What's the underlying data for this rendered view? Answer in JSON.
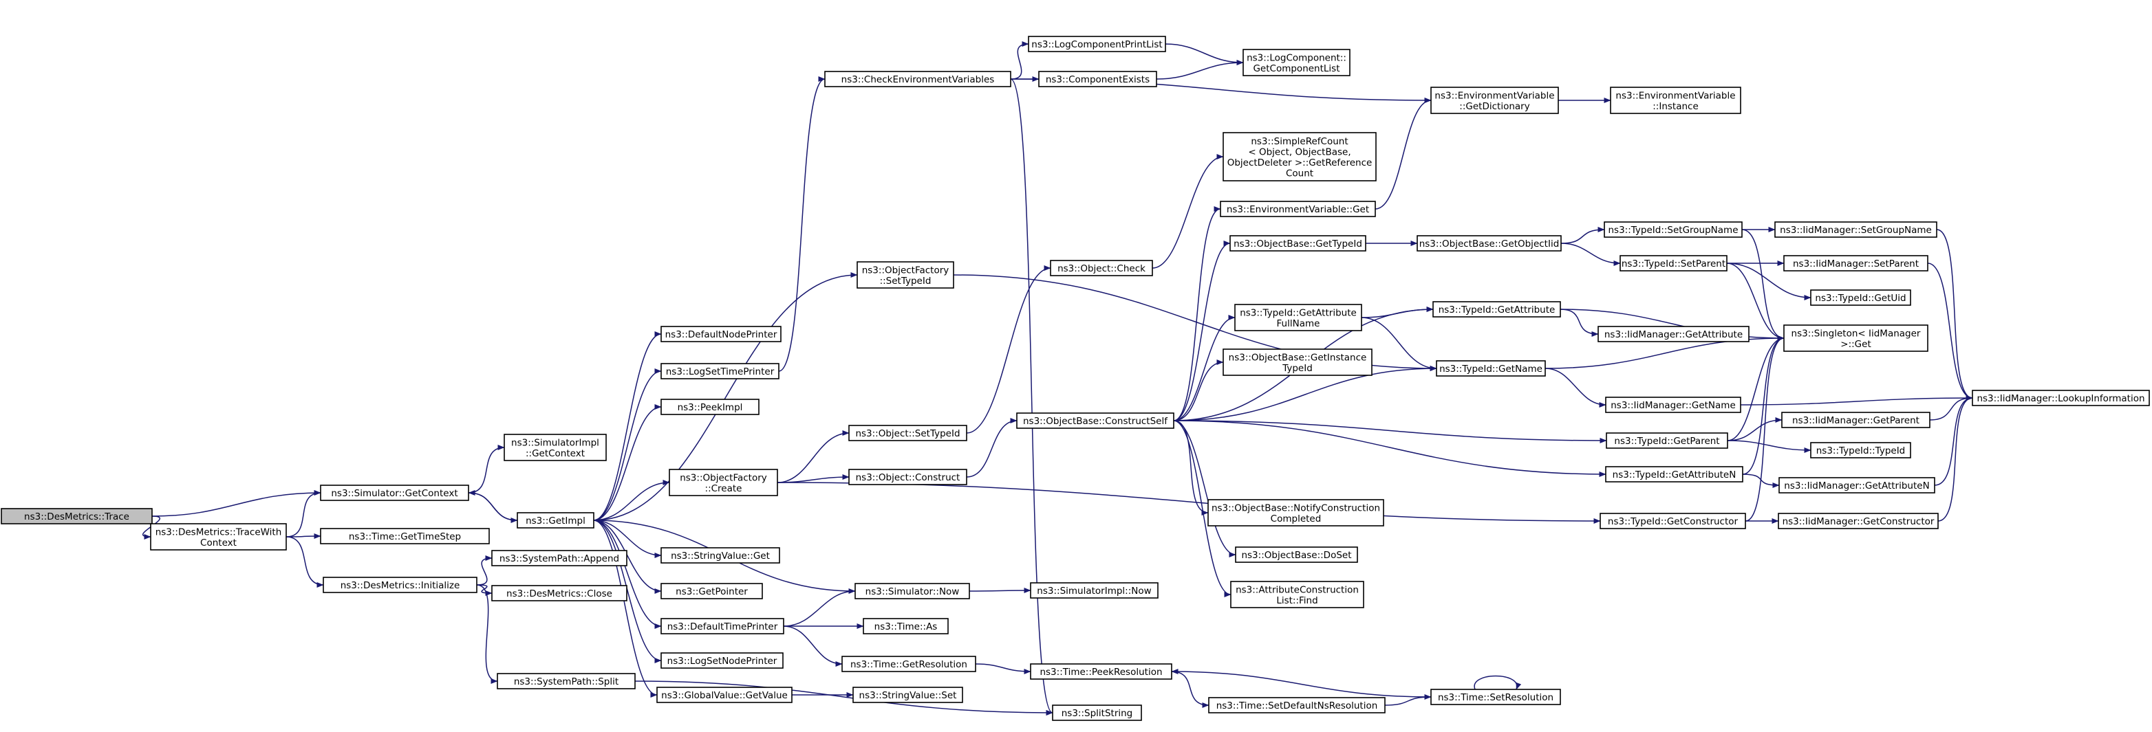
{
  "diagram": {
    "title": "",
    "colors": {
      "edge": "#191970",
      "node_border": "#000000",
      "root_fill": "#bfbfbf",
      "node_fill": "#ffffff"
    }
  },
  "nodes": {
    "trace": [
      "ns3::DesMetrics::Trace"
    ],
    "tracewithcontext": [
      "ns3::DesMetrics::TraceWith",
      "Context"
    ],
    "getcontext": [
      "ns3::Simulator::GetContext"
    ],
    "simimpl_getcontext": [
      "ns3::SimulatorImpl",
      "::GetContext"
    ],
    "gettimestep": [
      "ns3::Time::GetTimeStep"
    ],
    "initialize": [
      "ns3::DesMetrics::Initialize"
    ],
    "append": [
      "ns3::SystemPath::Append"
    ],
    "close": [
      "ns3::DesMetrics::Close"
    ],
    "split": [
      "ns3::SystemPath::Split"
    ],
    "getimpl": [
      "ns3::GetImpl"
    ],
    "defaultnodeprinter": [
      "ns3::DefaultNodePrinter"
    ],
    "logsettimeprinter": [
      "ns3::LogSetTimePrinter"
    ],
    "peekimpl": [
      "ns3::PeekImpl"
    ],
    "objectfactory_create": [
      "ns3::ObjectFactory",
      "::Create"
    ],
    "stringvalue_get": [
      "ns3::StringValue::Get"
    ],
    "getpointer": [
      "ns3::GetPointer"
    ],
    "defaulttimeprinter": [
      "ns3::DefaultTimePrinter"
    ],
    "logsetnodeprinter": [
      "ns3::LogSetNodePrinter"
    ],
    "globalvalue_getvalue": [
      "ns3::GlobalValue::GetValue"
    ],
    "checkenv": [
      "ns3::CheckEnvironmentVariables"
    ],
    "objectfactory_settypeid": [
      "ns3::ObjectFactory",
      "::SetTypeId"
    ],
    "object_settypeid": [
      "ns3::Object::SetTypeId"
    ],
    "object_construct": [
      "ns3::Object::Construct"
    ],
    "simulator_now": [
      "ns3::Simulator::Now"
    ],
    "time_as": [
      "ns3::Time::As"
    ],
    "time_getresolution": [
      "ns3::Time::GetResolution"
    ],
    "stringvalue_set": [
      "ns3::StringValue::Set"
    ],
    "logcomponentprintlist": [
      "ns3::LogComponentPrintList"
    ],
    "componentexists": [
      "ns3::ComponentExists"
    ],
    "logcomponent_getlist": [
      "ns3::LogComponent::",
      "GetComponentList"
    ],
    "object_check": [
      "ns3::Object::Check"
    ],
    "objectbase_constructself": [
      "ns3::ObjectBase::ConstructSelf"
    ],
    "simimpl_now": [
      "ns3::SimulatorImpl::Now"
    ],
    "time_peekresolution": [
      "ns3::Time::PeekResolution"
    ],
    "splitstring": [
      "ns3::SplitString"
    ],
    "simplerefcount": [
      "ns3::SimpleRefCount",
      "< Object, ObjectBase,",
      " ObjectDeleter >::GetReference",
      "Count"
    ],
    "envvar_get": [
      "ns3::EnvironmentVariable::Get"
    ],
    "objectbase_gettypeid": [
      "ns3::ObjectBase::GetTypeId"
    ],
    "typeid_getattributefullname": [
      "ns3::TypeId::GetAttribute",
      "FullName"
    ],
    "objectbase_getinstancetypeid": [
      "ns3::ObjectBase::GetInstance",
      "TypeId"
    ],
    "objectbase_notifyconstruction": [
      "ns3::ObjectBase::NotifyConstruction",
      "Completed"
    ],
    "objectbase_doset": [
      "ns3::ObjectBase::DoSet"
    ],
    "attributeconstructionlist_find": [
      "ns3::AttributeConstruction",
      "List::Find"
    ],
    "time_setdefaultnsresolution": [
      "ns3::Time::SetDefaultNsResolution"
    ],
    "envvar_getdictionary": [
      "ns3::EnvironmentVariable",
      "::GetDictionary"
    ],
    "objectbase_getobjectiid": [
      "ns3::ObjectBase::GetObjectIid"
    ],
    "typeid_getattribute": [
      "ns3::TypeId::GetAttribute"
    ],
    "typeid_getname": [
      "ns3::TypeId::GetName"
    ],
    "time_setresolution": [
      "ns3::Time::SetResolution"
    ],
    "envvar_instance": [
      "ns3::EnvironmentVariable",
      "::Instance"
    ],
    "typeid_setgroupname": [
      "ns3::TypeId::SetGroupName"
    ],
    "typeid_setparent": [
      "ns3::TypeId::SetParent"
    ],
    "iidmanager_getattribute": [
      "ns3::IidManager::GetAttribute"
    ],
    "iidmanager_getname": [
      "ns3::IidManager::GetName"
    ],
    "typeid_getparent": [
      "ns3::TypeId::GetParent"
    ],
    "typeid_getattributen": [
      "ns3::TypeId::GetAttributeN"
    ],
    "typeid_getconstructor": [
      "ns3::TypeId::GetConstructor"
    ],
    "iidmanager_setgroupname": [
      "ns3::IidManager::SetGroupName"
    ],
    "iidmanager_setparent": [
      "ns3::IidManager::SetParent"
    ],
    "typeid_getuid": [
      "ns3::TypeId::GetUid"
    ],
    "singleton_get": [
      "ns3::Singleton< IidManager",
      " >::Get"
    ],
    "iidmanager_getparent": [
      "ns3::IidManager::GetParent"
    ],
    "typeid_typeid": [
      "ns3::TypeId::TypeId"
    ],
    "iidmanager_getattributen": [
      "ns3::IidManager::GetAttributeN"
    ],
    "iidmanager_getconstructor": [
      "ns3::IidManager::GetConstructor"
    ],
    "iidmanager_lookupinformation": [
      "ns3::IidManager::LookupInformation"
    ]
  }
}
